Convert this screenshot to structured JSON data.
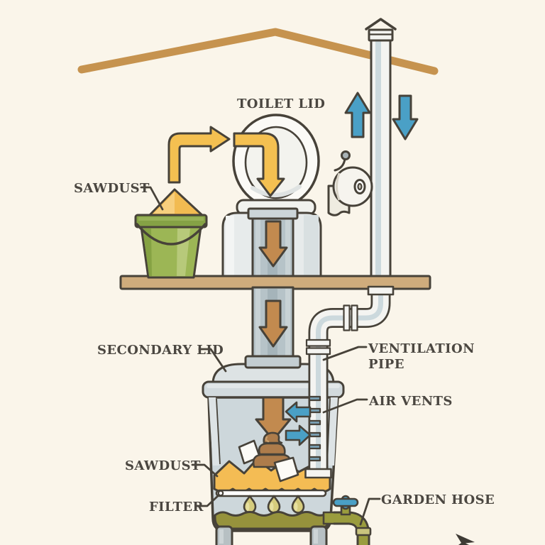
{
  "page": {
    "type": "educational cutaway diagram",
    "subject": "Composting toilet system",
    "background_color": "#faf5ea",
    "cursor_present": true
  },
  "labels": {
    "toilet_lid": "TOILET LID",
    "sawdust_top": "SAWDUST",
    "secondary_lid": "SECONDARY LID",
    "ventilation_line1": "VENTILATION",
    "ventilation_line2": "PIPE",
    "air_vents": "AIR VENTS",
    "sawdust_bottom": "SAWDUST",
    "filter": "FILTER",
    "garden_hose": "GARDEN HOSE"
  },
  "colors": {
    "outline": "#474239",
    "label_text": "#4b4741",
    "roof_tan": "#c6934f",
    "floor_tan": "#cfac7c",
    "sawdust_yellow": "#f2bb51",
    "arrow_yellow": "#f4c051",
    "bucket_green": "#9cb655",
    "flow_arrow_brown": "#c28a4f",
    "air_arrow_blue": "#4aa0c6",
    "container_gray": "#cdd7db",
    "pipe_white": "#f4f4f1",
    "liquid_olive": "#96923c",
    "faucet_olive": "#9a9c3e"
  },
  "flow_arrows": {
    "sawdust_into_toilet": "yellow elbow arrows",
    "waste_downward": "brown down arrows",
    "air_up_chimney": "blue up arrow",
    "air_down_intake": "blue down arrow",
    "vent_airflow": "blue left/right arrows at air vents"
  }
}
